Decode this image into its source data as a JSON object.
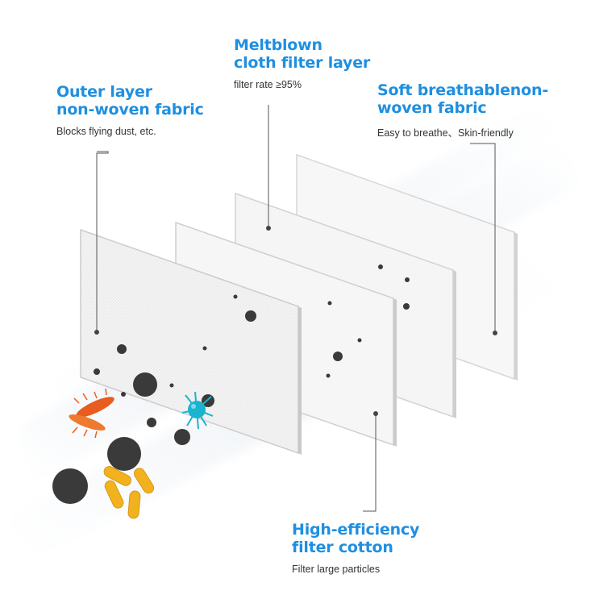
{
  "colors": {
    "accent": "#1f8fe0",
    "text": "#333333",
    "particle": "#3a3a3a",
    "bacteria": "#f2b21e",
    "mite": "#e85c1f",
    "virus": "#1ab4d0"
  },
  "layers": [
    {
      "id": "outer",
      "title_line1": "Outer layer",
      "title_line2": "non-woven fabric",
      "desc": "Blocks flying dust, etc."
    },
    {
      "id": "meltblown",
      "title_line1": "Meltblown",
      "title_line2": "cloth filter layer",
      "desc": "filter rate ≥95%"
    },
    {
      "id": "soft",
      "title_line1": "Soft breathablenon-",
      "title_line2": "woven fabric",
      "desc": "Easy to breathe、Skin-friendly"
    },
    {
      "id": "cotton",
      "title_line1": "High-efficiency",
      "title_line2": "filter cotton",
      "desc": "Filter large particles"
    }
  ]
}
